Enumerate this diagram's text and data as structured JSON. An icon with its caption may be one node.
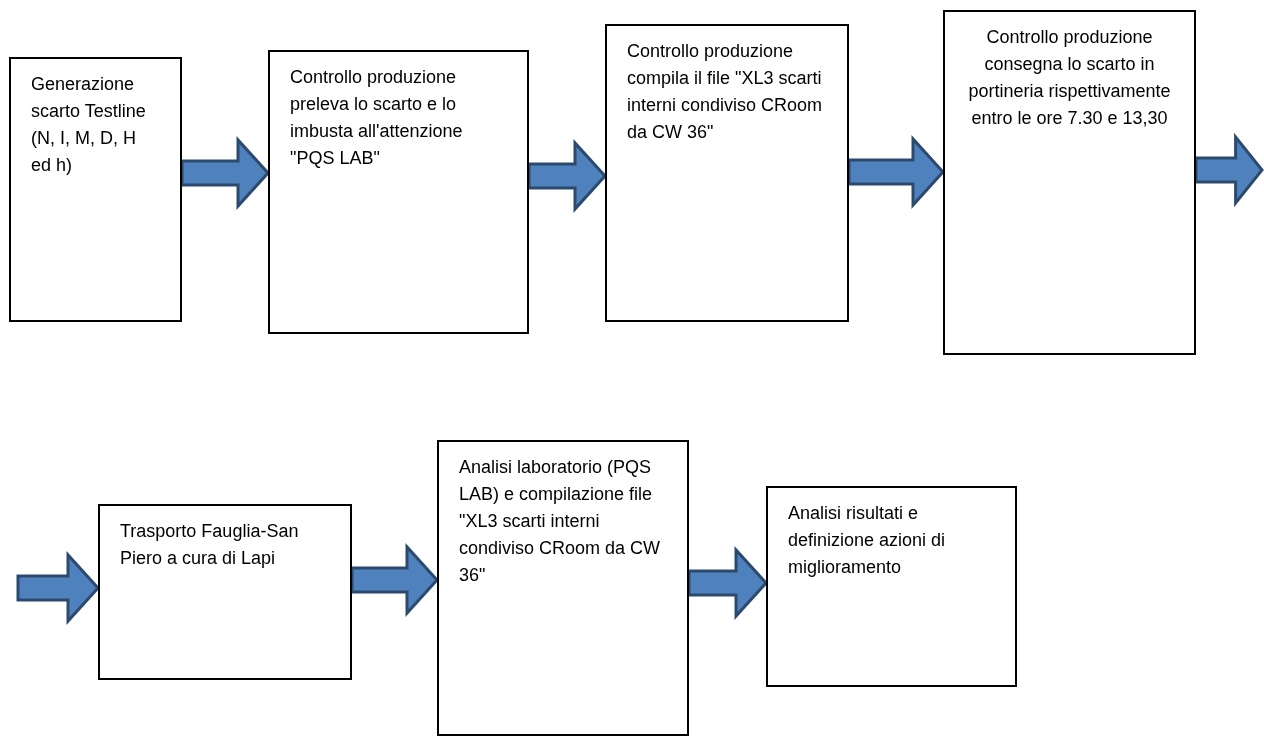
{
  "diagram": {
    "nodes": [
      {
        "text": [
          "Generazione scarto Testline (N, I, M, D, H ed h)"
        ]
      },
      {
        "text": [
          "Controllo produzione preleva  lo scarto e lo imbusta all'attenzione \"PQS LAB\""
        ]
      },
      {
        "text": [
          "Controllo produzione compila il file \"XL3 scarti interni condiviso CRoom da CW 36\""
        ]
      },
      {
        "text": [
          "Controllo produzione consegna lo scarto in portineria rispettivamente entro le ore 7.30 e 13,30"
        ]
      },
      {
        "text": [
          "Trasporto Fauglia-San Piero a cura di Lapi"
        ]
      },
      {
        "text": [
          "Analisi laboratorio (PQS LAB) e compilazione file \"XL3 scarti interni condiviso CRoom da CW 36\""
        ]
      },
      {
        "text": [
          "Analisi risultati e definizione azioni di miglioramento"
        ]
      }
    ],
    "edges": [
      {
        "from": 0,
        "to": 1,
        "arrow": "to"
      },
      {
        "from": 1,
        "to": 2,
        "arrow": "to"
      },
      {
        "from": 2,
        "to": 3,
        "arrow": "to"
      },
      {
        "from": 3,
        "to": null,
        "arrow": "to"
      },
      {
        "from": null,
        "to": 4,
        "arrow": "to"
      },
      {
        "from": 4,
        "to": 5,
        "arrow": "to"
      },
      {
        "from": 5,
        "to": 6,
        "arrow": "to"
      }
    ]
  }
}
